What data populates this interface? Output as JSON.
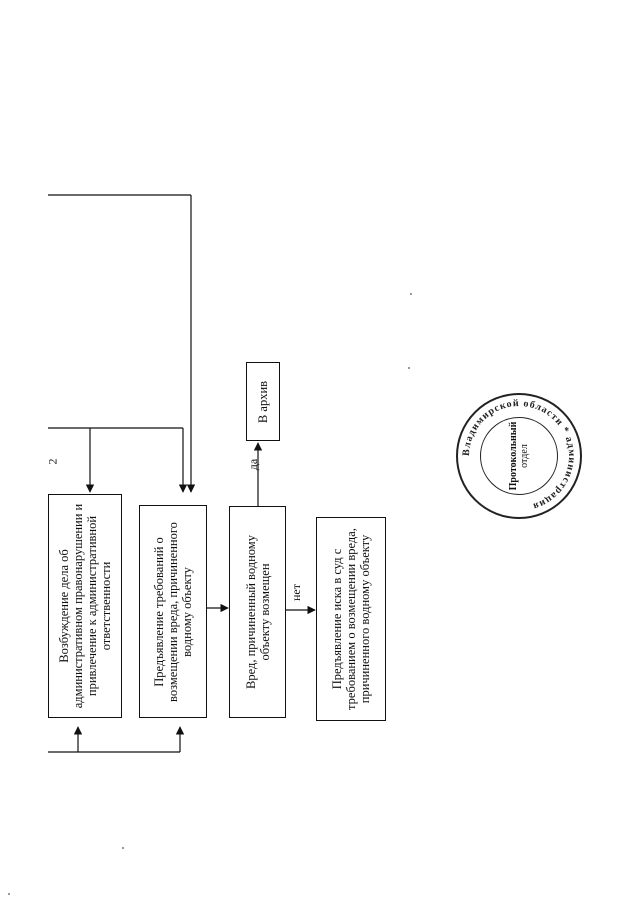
{
  "page_number": "2",
  "boxes": {
    "excitation": "Возбуждение дела об административном правонарушении и привлечение к административной ответственности",
    "claims": "Предъявление требований о возмещении вреда, причиненного водному объекту",
    "compensated": "Вред, причиненный водному объекту возмещен",
    "archive": "В архив",
    "lawsuit": "Предъявление иска в суд с требованием о возмещении вреда, причиненного водному объекту"
  },
  "edge_labels": {
    "yes": "да",
    "no": "нет"
  },
  "stamp": {
    "line1": "Протокольный",
    "line2": "отдел",
    "ring_text": "Владимирской области * администрация"
  }
}
